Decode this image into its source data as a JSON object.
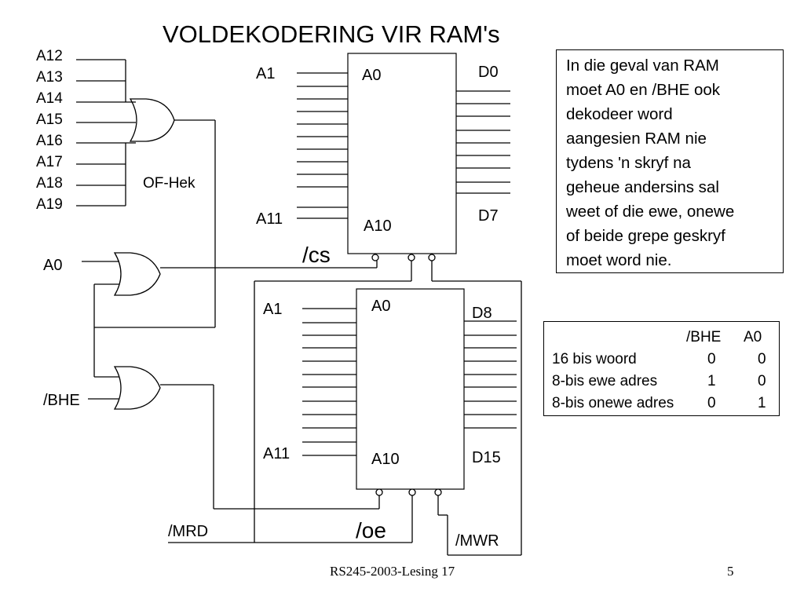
{
  "title": "VOLDEKODERING VIR RAM's",
  "address_lines": [
    "A12",
    "A13",
    "A14",
    "A15",
    "A16",
    "A17",
    "A18",
    "A19"
  ],
  "or_gate_label": "OF-Hek",
  "inputs": {
    "a0": "A0",
    "bhe": "/BHE",
    "mrd": "/MRD",
    "mwr": "/MWR"
  },
  "signals": {
    "cs": "/cs",
    "oe": "/oe"
  },
  "chip_top": {
    "left_first": "A1",
    "inner_first": "A0",
    "left_last": "A11",
    "inner_last": "A10",
    "data_first": "D0",
    "data_last": "D7"
  },
  "chip_bottom": {
    "left_first": "A1",
    "inner_first": "A0",
    "left_last": "A11",
    "inner_last": "A10",
    "data_first": "D8",
    "data_last": "D15"
  },
  "note": {
    "lines": [
      "In die geval van RAM",
      "moet A0 en /BHE ook",
      "dekodeer word",
      "aangesien RAM nie",
      "tydens 'n skryf na",
      "geheue andersins sal",
      "weet of die ewe, onewe",
      "of beide grepe geskryf",
      "moet word nie."
    ]
  },
  "truth_table": {
    "headers": [
      "/BHE",
      "A0"
    ],
    "rows": [
      {
        "label": "16 bis woord",
        "bhe": "0",
        "a0": "0"
      },
      {
        "label": "8-bis ewe adres",
        "bhe": "1",
        "a0": "0"
      },
      {
        "label": "8-bis onewe adres",
        "bhe": "0",
        "a0": "1"
      }
    ]
  },
  "footer": {
    "course": "RS245-2003-Lesing 17",
    "page": "5"
  }
}
